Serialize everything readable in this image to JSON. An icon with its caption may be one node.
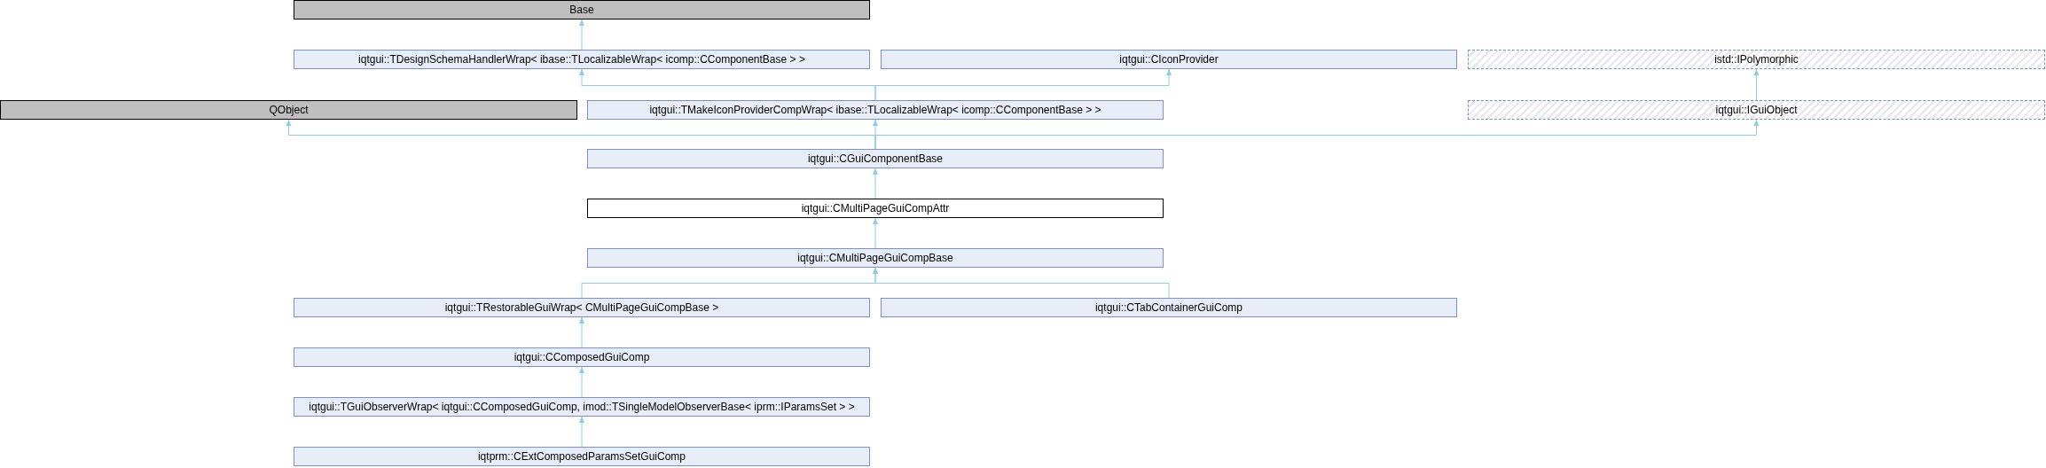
{
  "diagram": {
    "nodes": [
      {
        "text": [
          "Base"
        ]
      },
      {
        "text": [
          "iqtgui::TDesignSchemaHandlerWrap< ibase::TLocalizableWrap< icomp::CComponentBase > >"
        ]
      },
      {
        "text": [
          "iqtgui::CIconProvider"
        ]
      },
      {
        "text": [
          "istd::IPolymorphic"
        ]
      },
      {
        "text": [
          "QObject"
        ]
      },
      {
        "text": [
          "iqtgui::TMakeIconProviderCompWrap< ibase::TLocalizableWrap< icomp::CComponentBase > >"
        ]
      },
      {
        "text": [
          "iqtgui::IGuiObject"
        ]
      },
      {
        "text": [
          "iqtgui::CGuiComponentBase"
        ]
      },
      {
        "text": [
          "iqtgui::CMultiPageGuiCompAttr"
        ]
      },
      {
        "text": [
          "iqtgui::CMultiPageGuiCompBase"
        ]
      },
      {
        "text": [
          "iqtgui::TRestorableGuiWrap< CMultiPageGuiCompBase >"
        ]
      },
      {
        "text": [
          "iqtgui::CTabContainerGuiComp"
        ]
      },
      {
        "text": [
          "iqtgui::CComposedGuiComp"
        ]
      },
      {
        "text": [
          "iqtgui::TGuiObserverWrap< iqtgui::CComposedGuiComp, imod::TSingleModelObserverBase< iprm::IParamsSet > >"
        ]
      },
      {
        "text": [
          "iqtprm::CExtComposedParamsSetGuiComp"
        ]
      }
    ],
    "edges": [
      {
        "from": 1,
        "to": 0,
        "arrow": "to"
      },
      {
        "from": 5,
        "to": 1,
        "arrow": "to"
      },
      {
        "from": 5,
        "to": 2,
        "arrow": "to"
      },
      {
        "from": 6,
        "to": 3,
        "arrow": "to"
      },
      {
        "from": 7,
        "to": 4,
        "arrow": "to"
      },
      {
        "from": 7,
        "to": 5,
        "arrow": "to"
      },
      {
        "from": 7,
        "to": 6,
        "arrow": "to"
      },
      {
        "from": 8,
        "to": 7,
        "arrow": "to"
      },
      {
        "from": 9,
        "to": 8,
        "arrow": "to"
      },
      {
        "from": 10,
        "to": 9,
        "arrow": "to"
      },
      {
        "from": 11,
        "to": 9,
        "arrow": "to"
      },
      {
        "from": 12,
        "to": 10,
        "arrow": "to"
      },
      {
        "from": 13,
        "to": 12,
        "arrow": "to"
      },
      {
        "from": 14,
        "to": 13,
        "arrow": "to"
      }
    ]
  }
}
